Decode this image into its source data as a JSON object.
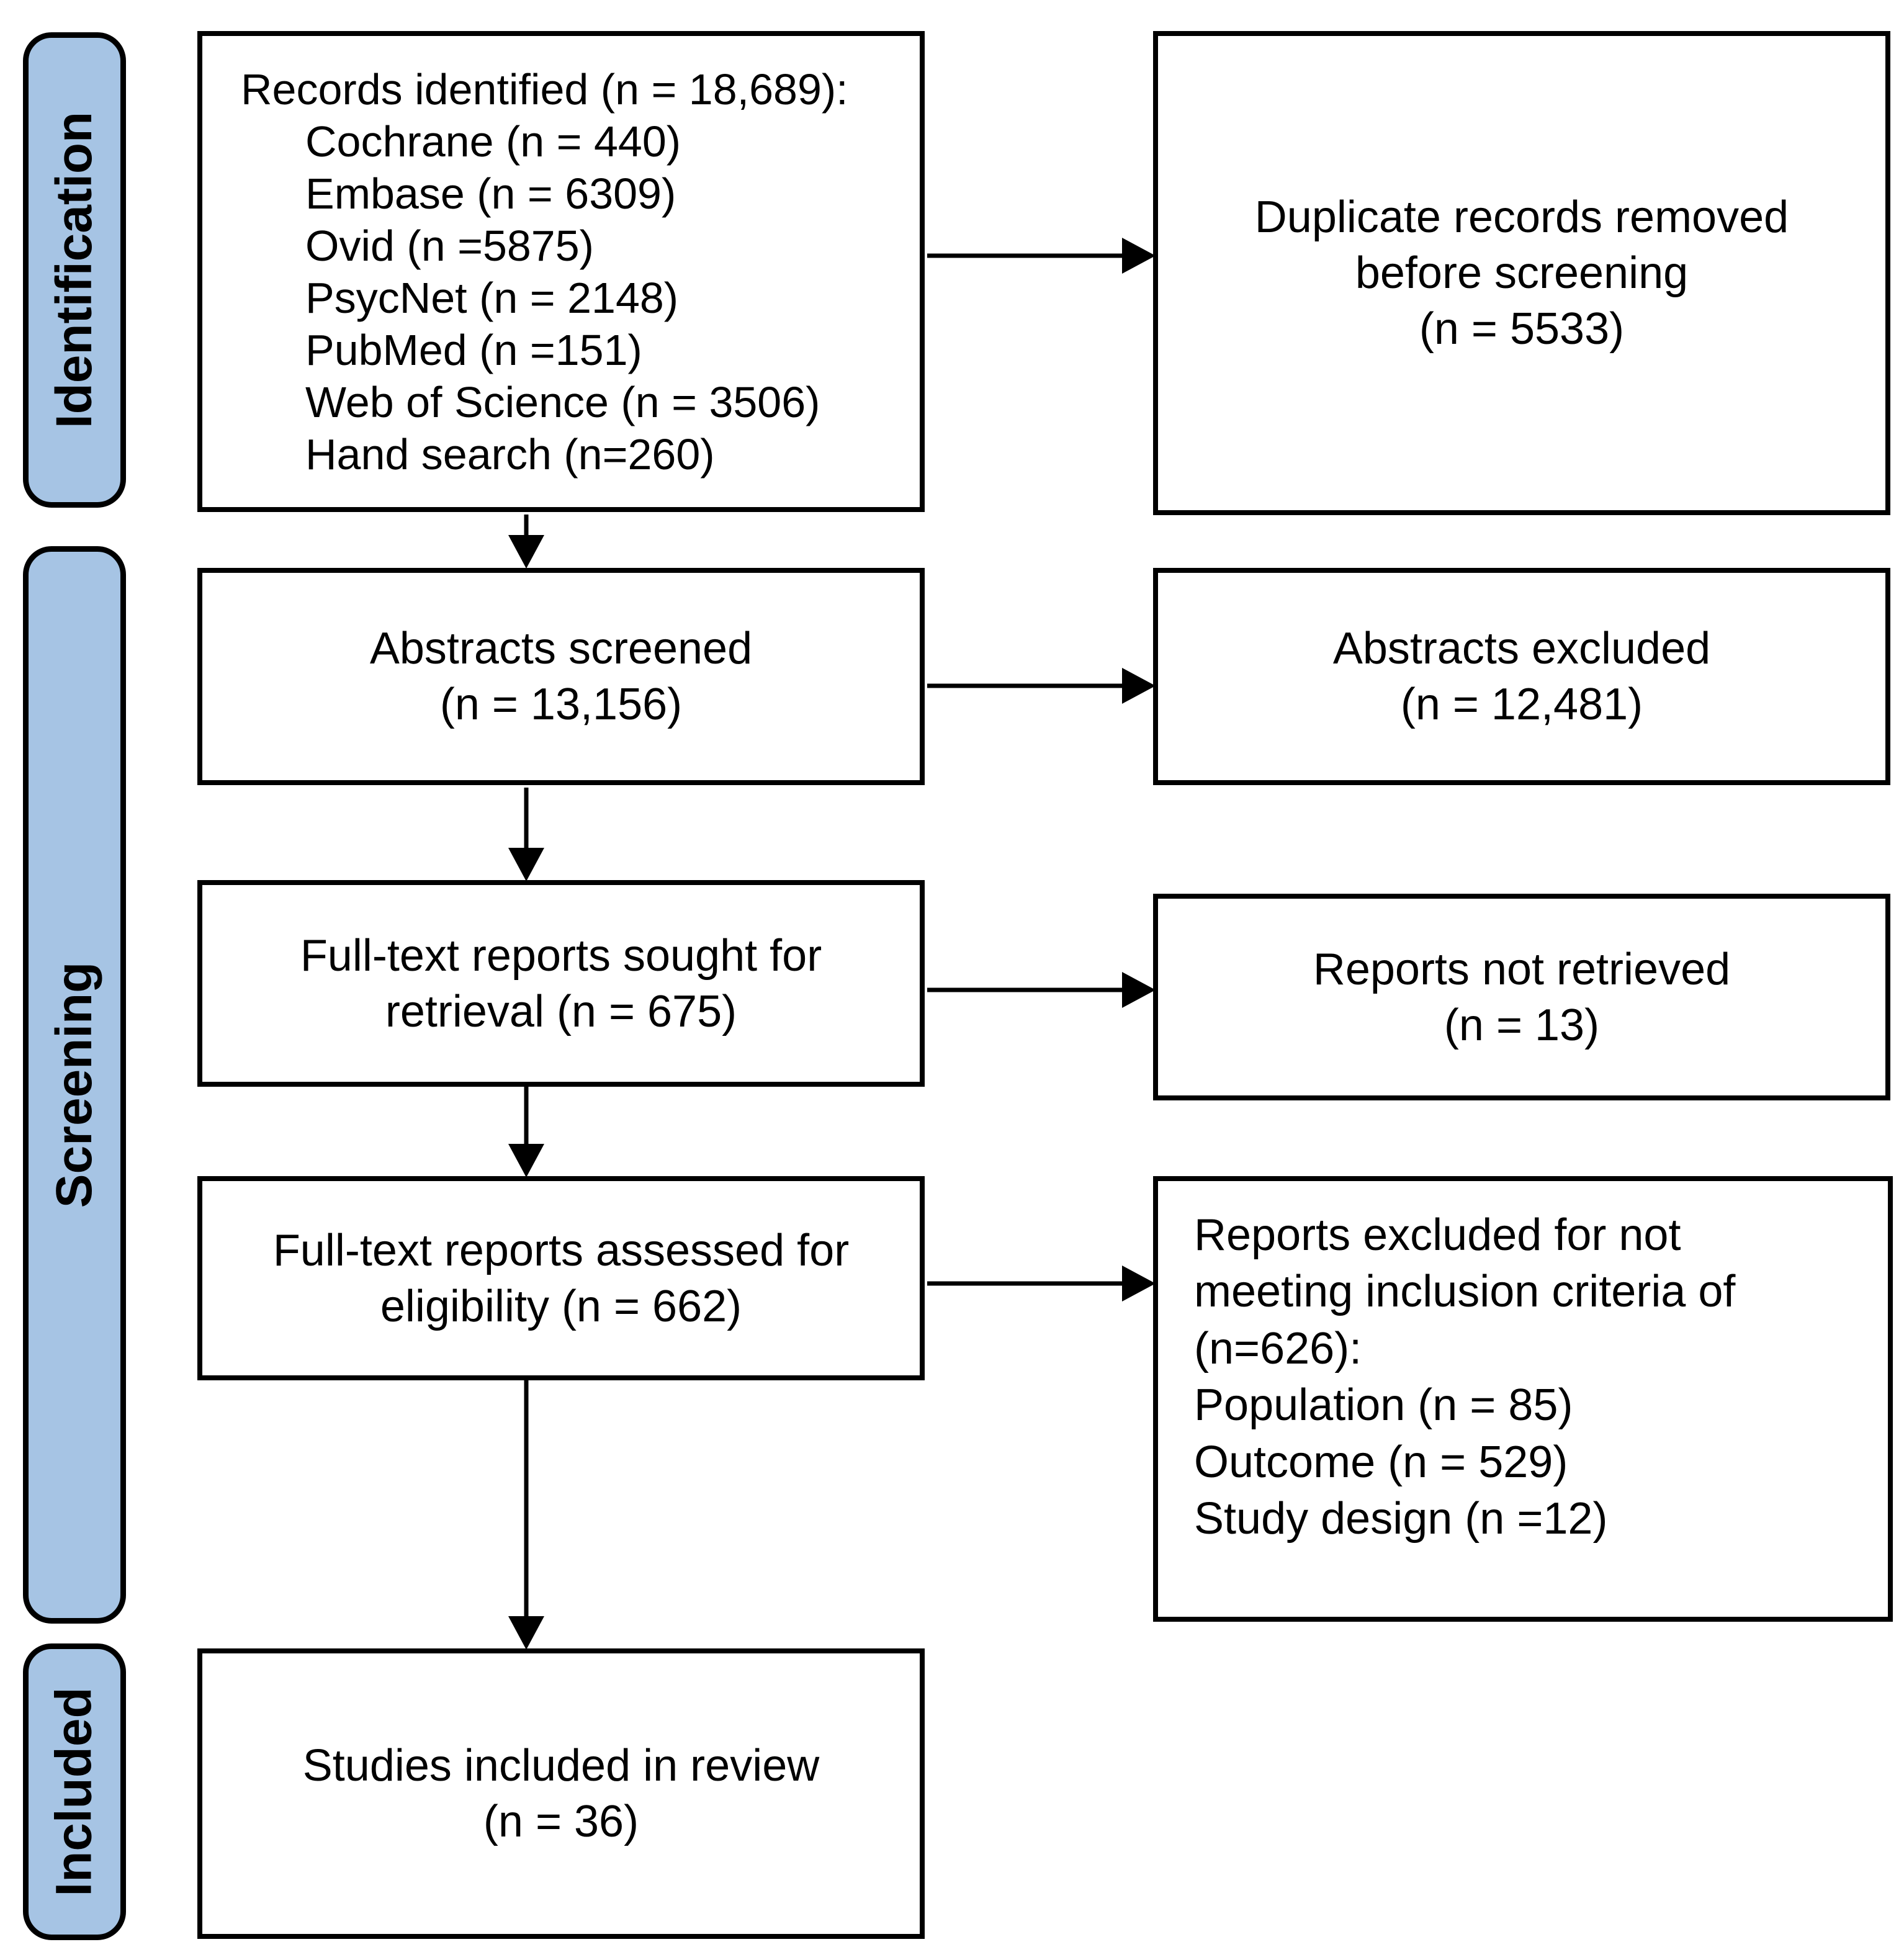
{
  "colors": {
    "stage_fill": "#A6C4E4",
    "line_color": "#000000",
    "box_background": "#FFFFFF"
  },
  "stages": [
    {
      "label": "Identification"
    },
    {
      "label": "Screening"
    },
    {
      "label": "Included"
    }
  ],
  "boxes": {
    "records_identified": {
      "title": "Records identified (n = 18,689):",
      "sources": [
        "Cochrane (n = 440)",
        "Embase (n = 6309)",
        "Ovid (n =5875)",
        "PsycNet (n = 2148)",
        "PubMed (n =151)",
        "Web of Science (n = 3506)",
        "Hand search (n=260)"
      ]
    },
    "duplicates_removed": {
      "lines": [
        "Duplicate records removed",
        "before screening",
        "(n = 5533)"
      ]
    },
    "abstracts_screened": {
      "lines": [
        "Abstracts screened",
        "(n = 13,156)"
      ]
    },
    "abstracts_excluded": {
      "lines": [
        "Abstracts excluded",
        "(n = 12,481)"
      ]
    },
    "fulltext_sought": {
      "lines": [
        "Full-text reports sought for",
        "retrieval (n = 675)"
      ]
    },
    "reports_not_retrieved": {
      "lines": [
        "Reports not retrieved",
        "(n = 13)"
      ]
    },
    "fulltext_assessed": {
      "lines": [
        "Full-text reports assessed for",
        "eligibility (n = 662)"
      ]
    },
    "reports_excluded": {
      "lines": [
        "Reports excluded for not",
        "meeting inclusion criteria of",
        "(n=626):",
        "Population (n = 85)",
        "Outcome (n = 529)",
        "Study design (n =12)"
      ]
    },
    "studies_included": {
      "lines": [
        "Studies included in review",
        "(n = 36)"
      ]
    }
  }
}
